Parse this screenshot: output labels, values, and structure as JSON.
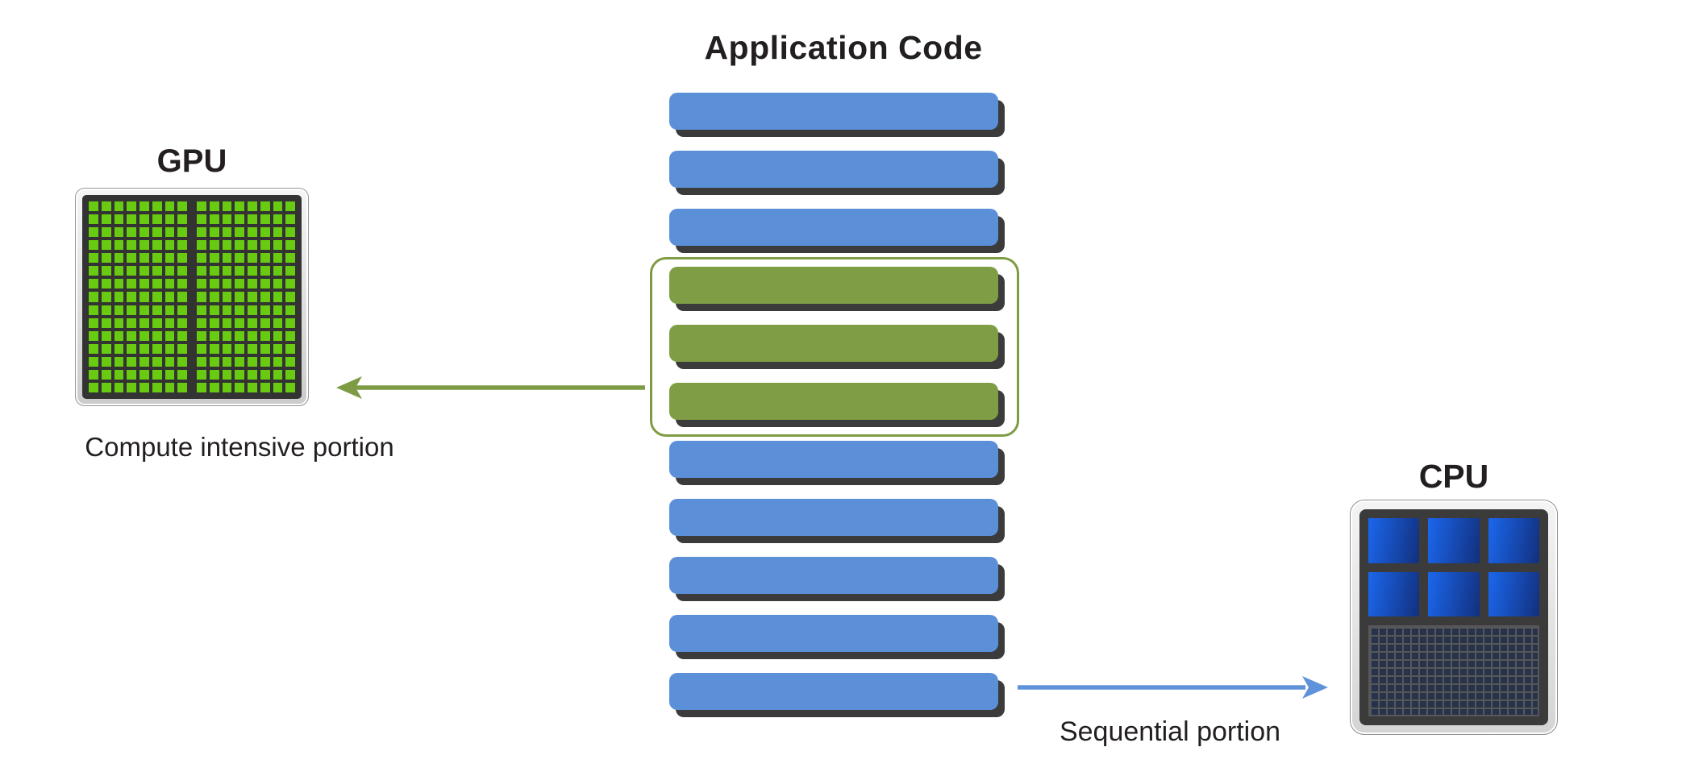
{
  "background": "#ffffff",
  "text_color": "#231f20",
  "title": "Application Code",
  "application_code": {
    "bars": [
      "blue",
      "blue",
      "blue",
      "green",
      "green",
      "green",
      "blue",
      "blue",
      "blue",
      "blue",
      "blue"
    ],
    "bar_colors": {
      "blue": "#5b90d9",
      "green": "#7e9d44",
      "shadow": "#3b3b3b"
    },
    "highlight_box_color": "#7d9c43"
  },
  "gpu": {
    "label": "GPU",
    "caption": "Compute intensive portion",
    "arrow_color": "#7d9b44",
    "chip": {
      "halves": 2,
      "grid_cols_per_half": 8,
      "grid_rows": 15,
      "cell_color": "#68cb12",
      "die_color": "#333333",
      "frame_color": "#d9d9d9"
    }
  },
  "cpu": {
    "label": "CPU",
    "caption": "Sequential portion",
    "arrow_color": "#5e93db",
    "chip": {
      "core_count": 6,
      "core_columns": 3,
      "core_rows": 2,
      "core_gradient": [
        "#1b67ee",
        "#12307d"
      ],
      "die_color": "#3b3b3b",
      "frame_color": "#ececec",
      "cache_fill": "#27334a",
      "cache_grid_line": "#57575a"
    }
  }
}
